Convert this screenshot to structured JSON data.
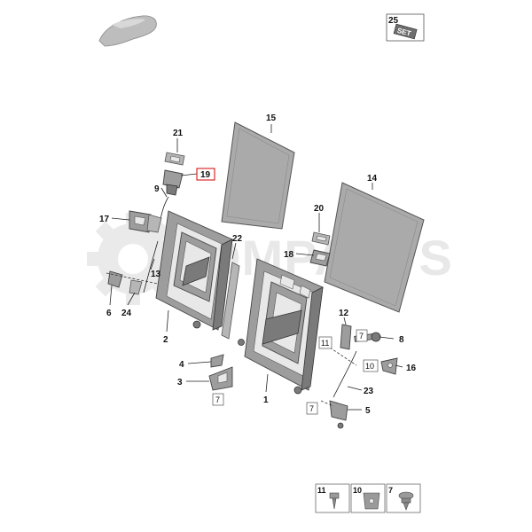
{
  "watermark": "OMPARTS",
  "set_badge": {
    "number": "25",
    "text": "SET"
  },
  "labels": {
    "l1": "1",
    "l2": "2",
    "l3": "3",
    "l4": "4",
    "l5": "5",
    "l6": "6",
    "l8": "8",
    "l9": "9",
    "l12": "12",
    "l13": "13",
    "l14": "14",
    "l15": "15",
    "l16": "16",
    "l17": "17",
    "l18": "18",
    "l19": "19",
    "l20": "20",
    "l21": "21",
    "l22": "22",
    "l23": "23",
    "l24": "24"
  },
  "boxed_refs": {
    "b7_left": "7",
    "b7_center": "7",
    "b7_right": "7",
    "b10": "10",
    "b11": "11"
  },
  "legend": [
    {
      "number": "11",
      "icon": "bolt-icon"
    },
    {
      "number": "10",
      "icon": "clip-nut-icon"
    },
    {
      "number": "7",
      "icon": "flange-bolt-icon"
    }
  ]
}
